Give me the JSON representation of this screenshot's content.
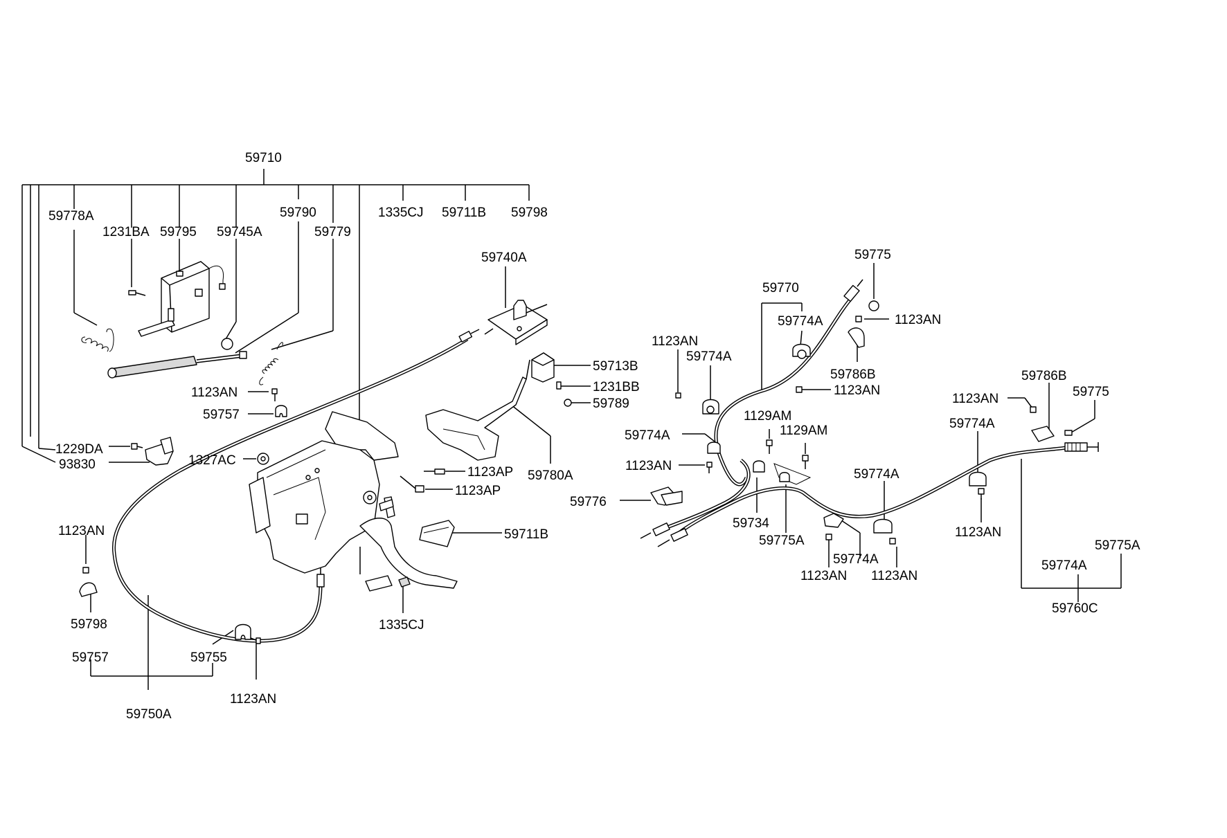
{
  "labels": {
    "l59710": "59710",
    "l59778A": "59778A",
    "l1231BA": "1231BA",
    "l59795": "59795",
    "l59745A": "59745A",
    "l59790": "59790",
    "l59779": "59779",
    "l1335CJ_top": "1335CJ",
    "l59711B_top": "59711B",
    "l59798_top": "59798",
    "l59740A": "59740A",
    "l59713B": "59713B",
    "l1231BB": "1231BB",
    "l59789": "59789",
    "l59780A": "59780A",
    "l1123AN_a": "1123AN",
    "l59757_a": "59757",
    "l1229DA": "1229DA",
    "l93830": "93830",
    "l1327AC": "1327AC",
    "l1123AP_a": "1123AP",
    "l1123AP_b": "1123AP",
    "l59711B_b": "59711B",
    "l1123AN_b": "1123AN",
    "l59798_b": "59798",
    "l1335CJ_b": "1335CJ",
    "l59757_b": "59757",
    "l59755": "59755",
    "l1123AN_c": "1123AN",
    "l59750A": "59750A",
    "l59775_a": "59775",
    "l59770": "59770",
    "l59774A_a": "59774A",
    "l1123AN_d": "1123AN",
    "l1123AN_e": "1123AN",
    "l59774A_b": "59774A",
    "l59786B_a": "59786B",
    "l1123AN_f": "1123AN",
    "l1129AM_a": "1129AM",
    "l1129AM_b": "1129AM",
    "l59774A_c": "59774A",
    "l1123AN_g": "1123AN",
    "l59776": "59776",
    "l59734": "59734",
    "l59775A_a": "59775A",
    "l59774A_d": "59774A",
    "l1123AN_h": "1123AN",
    "l1123AN_i": "1123AN",
    "l59774A_e": "59774A",
    "l1123AN_j": "1123AN",
    "l59786B_b": "59786B",
    "l59775_b": "59775",
    "l59774A_f": "59774A",
    "l1123AN_k": "1123AN",
    "l59775A_b": "59775A",
    "l59774A_g": "59774A",
    "l59760C": "59760C"
  }
}
